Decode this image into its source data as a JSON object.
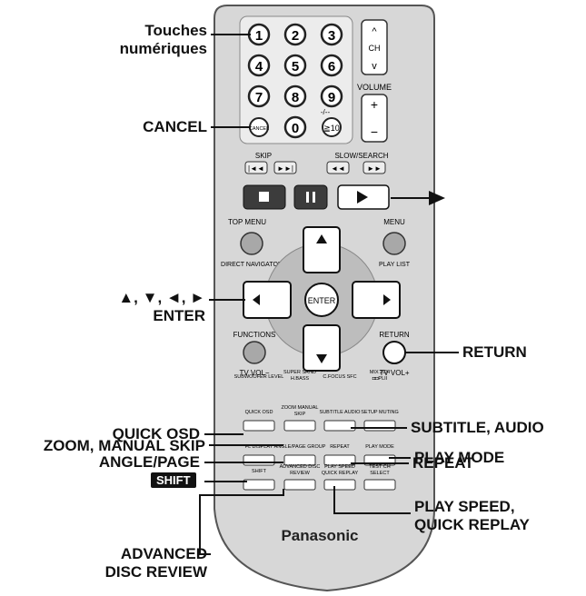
{
  "callouts": {
    "touches_numeriques_line1": "Touches",
    "touches_numeriques_line2": "numériques",
    "cancel": "CANCEL",
    "play_arrow": "►",
    "direction_line1": "▲, ▼, ◄, ►",
    "direction_line2": "ENTER",
    "return": "RETURN",
    "quick_osd": "QUICK OSD",
    "subtitle_audio": "SUBTITLE, AUDIO",
    "zoom_manual_skip": "ZOOM, MANUAL SKIP",
    "play_mode": "PLAY MODE",
    "angle_page": "ANGLE/PAGE",
    "repeat": "REPEAT",
    "shift": "SHIFT",
    "play_speed_line1": "PLAY SPEED,",
    "play_speed_line2": "QUICK REPLAY",
    "advanced_line1": "ADVANCED",
    "advanced_line2": "DISC REVIEW"
  },
  "remote": {
    "digits": [
      "1",
      "2",
      "3",
      "4",
      "5",
      "6",
      "7",
      "8",
      "9",
      "0"
    ],
    "cancel_label": "CANCEL",
    "ten_plus": "≧10",
    "dash_label": "-/--",
    "ch_label": "CH",
    "volume_label": "VOLUME",
    "skip_label": "SKIP",
    "slow_search_label": "SLOW/SEARCH",
    "top_menu_label": "TOP MENU",
    "menu_label": "MENU",
    "direct_navigator_label": "DIRECT NAVIGATOR",
    "play_list_label": "PLAY LIST",
    "enter_label": "ENTER",
    "functions_label": "FUNCTIONS",
    "return_label": "RETURN",
    "tv_vol_minus": "TV VOL−",
    "tv_vol_plus": "TV VOL+",
    "row1_labels": [
      "SUBWOOFER LEVEL",
      "SUPER SRND H.BASS",
      "C.FOCUS SFC",
      "MIX 2CH ◘◘PLII"
    ],
    "row2_labels": [
      "QUICK OSD",
      "ZOOM MANUAL SKIP",
      "SUBTITLE AUDIO",
      "SETUP MUTING"
    ],
    "row3_labels": [
      "FL DISPLAY",
      "ANGLE/PAGE GROUP",
      "REPEAT",
      "PLAY MODE"
    ],
    "row4_labels": [
      "SHIFT",
      "ADVANCED DISC REVIEW",
      "PLAY SPEED QUICK REPLAY",
      "TEST CH SELECT"
    ],
    "brand": "Panasonic"
  },
  "colors": {
    "remote_body": "#d7d7d7",
    "button_dark": "#3c3c3c",
    "button_white": "#ffffff",
    "dpad_grey": "#a8a8a8",
    "leader_line": "#111111"
  }
}
